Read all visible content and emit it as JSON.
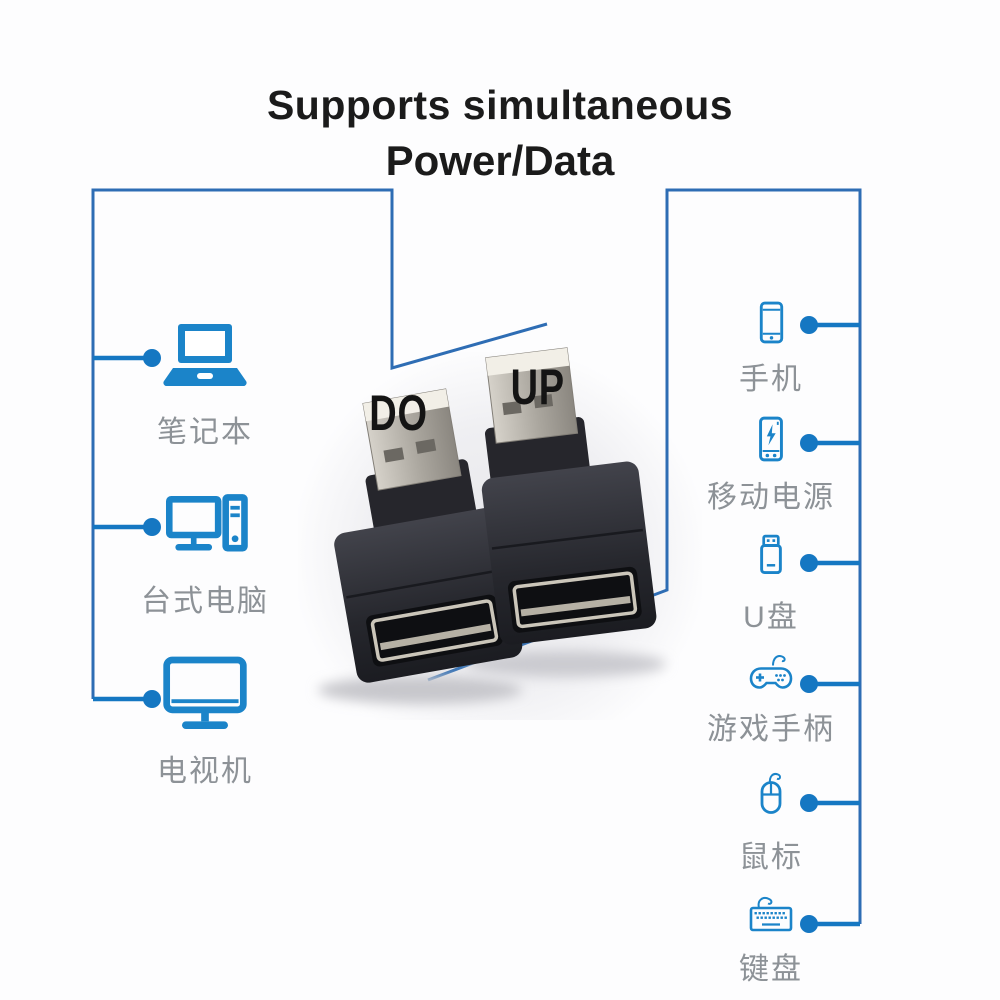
{
  "title": {
    "line1": "Supports simultaneous",
    "line2": "Power/Data"
  },
  "adapter_labels": {
    "down": "DO",
    "up": "UP"
  },
  "left_devices": [
    {
      "name": "laptop",
      "label": "笔记本",
      "icon": "laptop-icon"
    },
    {
      "name": "desktop",
      "label": "台式电脑",
      "icon": "desktop-icon"
    },
    {
      "name": "tv",
      "label": "电视机",
      "icon": "tv-icon"
    }
  ],
  "right_devices": [
    {
      "name": "phone",
      "label": "手机",
      "icon": "phone-icon"
    },
    {
      "name": "power-bank",
      "label": "移动电源",
      "icon": "power-bank-icon"
    },
    {
      "name": "usb-drive",
      "label": "U盘",
      "icon": "usb-drive-icon"
    },
    {
      "name": "gamepad",
      "label": "游戏手柄",
      "icon": "gamepad-icon"
    },
    {
      "name": "mouse",
      "label": "鼠标",
      "icon": "mouse-icon"
    },
    {
      "name": "keyboard",
      "label": "键盘",
      "icon": "keyboard-icon"
    }
  ],
  "colors": {
    "line_blue": "#2e6db4",
    "accent_blue": "#1577c2",
    "icon_blue": "#1b84c9",
    "label_gray": "#8d9297",
    "title_black": "#1b1b1b"
  }
}
